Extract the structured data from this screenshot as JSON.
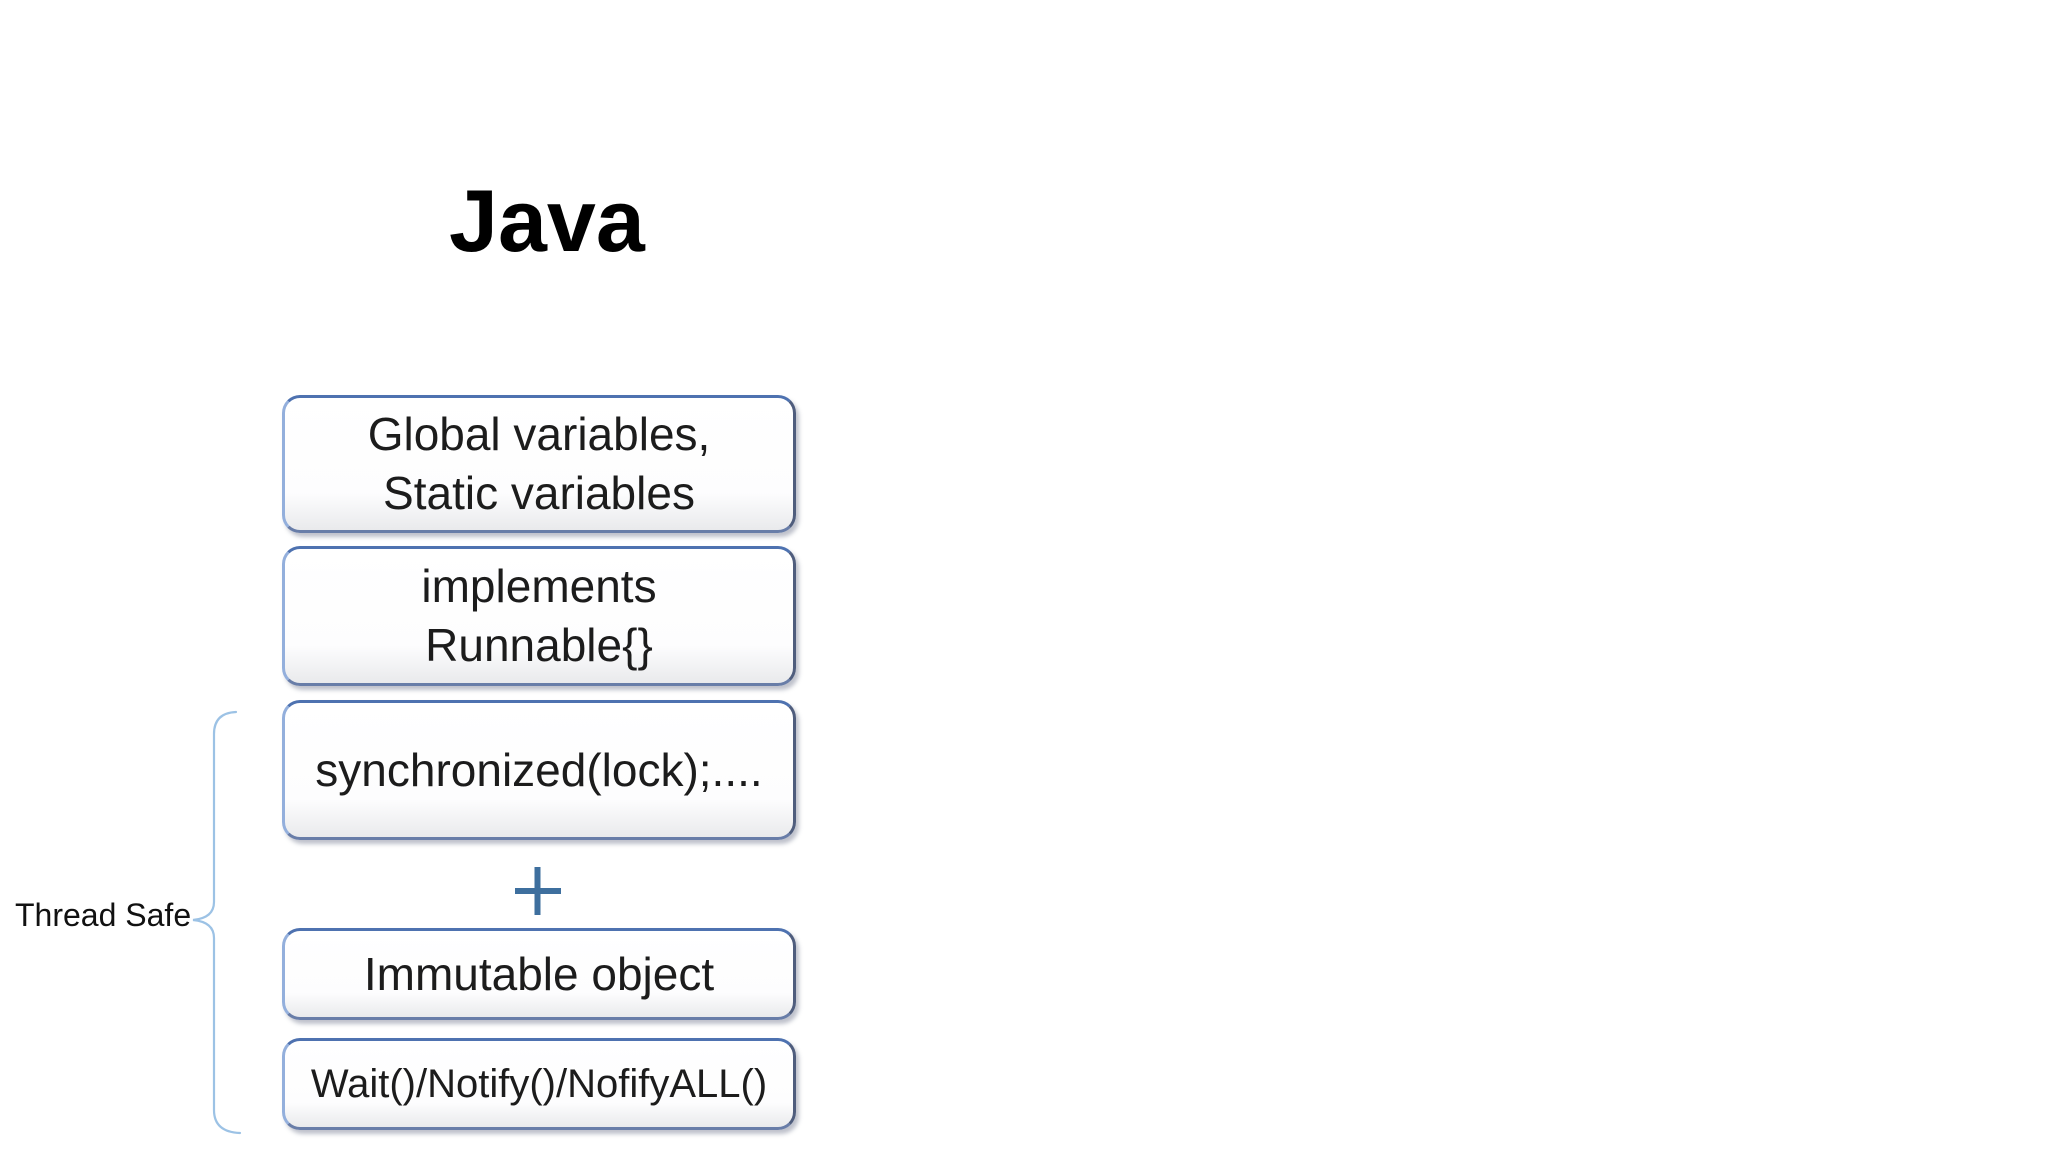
{
  "slide": {
    "title": "Java",
    "bracket_label": "Thread Safe",
    "boxes": [
      {
        "name": "global-static-variables",
        "lines": [
          "Global variables,",
          "Static variables"
        ]
      },
      {
        "name": "implements-runnable",
        "lines": [
          "implements",
          "Runnable{}"
        ]
      },
      {
        "name": "synchronized-lock",
        "lines": [
          "synchronized(lock);...."
        ]
      },
      {
        "name": "immutable-object",
        "lines": [
          "Immutable object"
        ]
      },
      {
        "name": "wait-notify",
        "lines": [
          "Wait()/Notify()/NofifyALL()"
        ]
      }
    ],
    "icons": {
      "plus": "+"
    },
    "colors": {
      "box_border": "#4e72b0",
      "plus_stroke": "#3e6f9e",
      "brace_stroke": "#9cc2e5",
      "text": "#1c1c1c",
      "title_color": "#000000"
    }
  }
}
